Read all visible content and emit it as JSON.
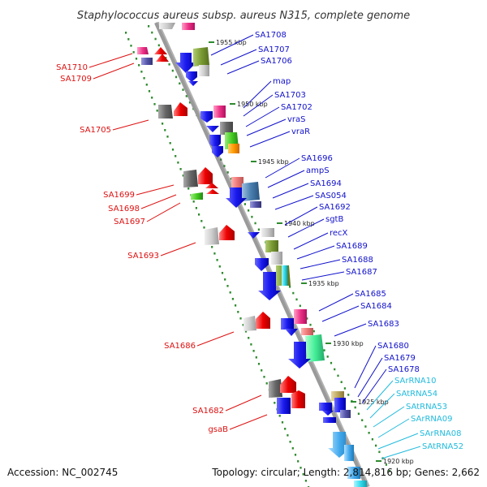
{
  "title": "Staphylococcus aureus subsp. aureus N315, complete genome",
  "footer": {
    "accession": "Accession: NC_002745",
    "summary": "Topology: circular; Length: 2,814,816 bp; Genes: 2,662"
  },
  "colors": {
    "backbone": "#8a8a8a",
    "tick_dots": "#2e8b2e",
    "reverse_label": "#dd1111",
    "forward_label": "#1111cc",
    "rna_label": "#22bbdd"
  },
  "kbp_ticks": [
    {
      "text": "1955 kbp"
    },
    {
      "text": "1950 kbp"
    },
    {
      "text": "1945 kbp"
    },
    {
      "text": "1940 kbp"
    },
    {
      "text": "1935 kbp"
    },
    {
      "text": "1930 kbp"
    },
    {
      "text": "1925 kbp"
    },
    {
      "text": "1920 kbp"
    }
  ],
  "reverse_strand_labels": [
    {
      "text": "SA1710"
    },
    {
      "text": "SA1709"
    },
    {
      "text": "SA1705"
    },
    {
      "text": "SA1699"
    },
    {
      "text": "SA1698"
    },
    {
      "text": "SA1697"
    },
    {
      "text": "SA1693"
    },
    {
      "text": "SA1686"
    },
    {
      "text": "SA1682"
    },
    {
      "text": "gsaB"
    }
  ],
  "forward_strand_labels": [
    {
      "text": "SA1708"
    },
    {
      "text": "SA1707"
    },
    {
      "text": "SA1706"
    },
    {
      "text": "map"
    },
    {
      "text": "SA1703"
    },
    {
      "text": "SA1702"
    },
    {
      "text": "vraS"
    },
    {
      "text": "vraR"
    },
    {
      "text": "SA1696"
    },
    {
      "text": "ampS"
    },
    {
      "text": "SA1694"
    },
    {
      "text": "SAS054"
    },
    {
      "text": "SA1692"
    },
    {
      "text": "sgtB"
    },
    {
      "text": "recX"
    },
    {
      "text": "SA1689"
    },
    {
      "text": "SA1688"
    },
    {
      "text": "SA1687"
    },
    {
      "text": "SA1685"
    },
    {
      "text": "SA1684"
    },
    {
      "text": "SA1683"
    },
    {
      "text": "SA1680"
    },
    {
      "text": "SA1679"
    },
    {
      "text": "SA1678"
    }
  ],
  "rna_labels": [
    {
      "text": "SArRNA10"
    },
    {
      "text": "SAtRNA54"
    },
    {
      "text": "SAtRNA53"
    },
    {
      "text": "SArRNA09"
    },
    {
      "text": "SArRNA08"
    },
    {
      "text": "SAtRNA52"
    }
  ]
}
